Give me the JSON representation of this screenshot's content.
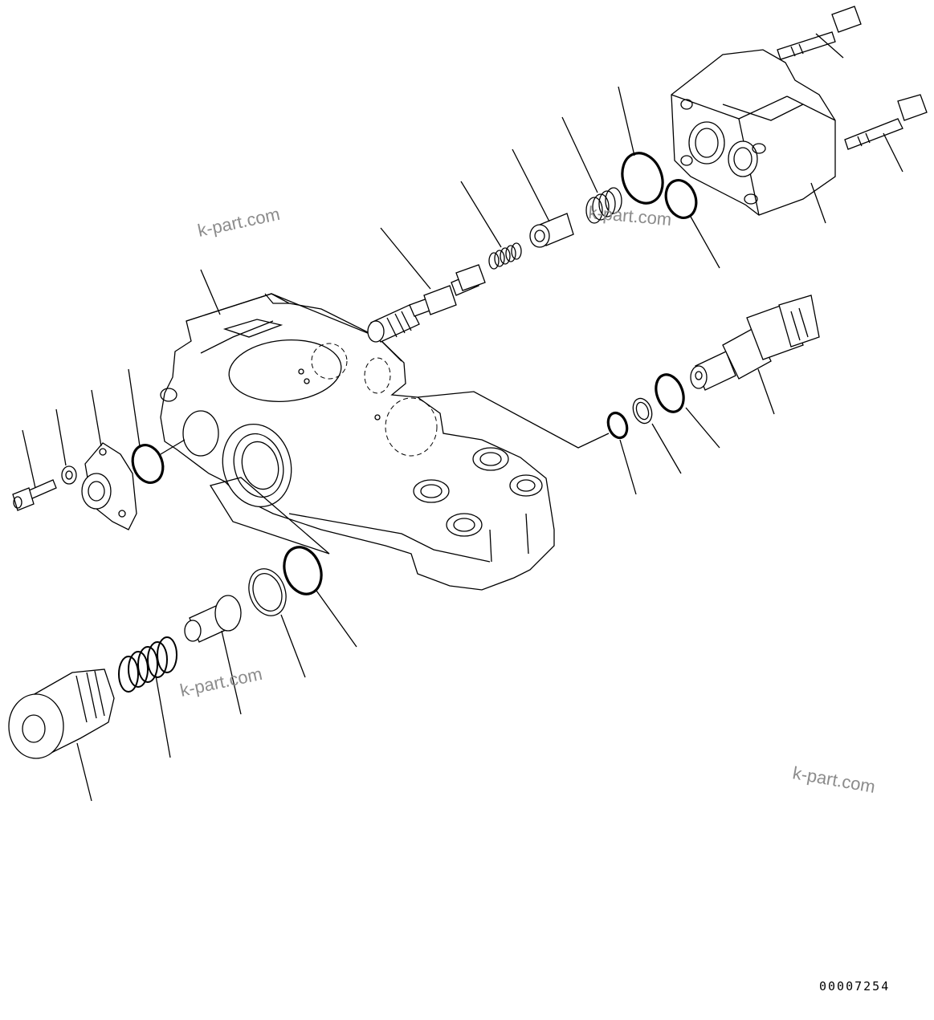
{
  "diagram": {
    "type": "exploded-parts-view",
    "drawing_number": "00007254",
    "watermarks": [
      "k-part.com",
      "k-part.com",
      "k-part.com",
      "k-part.com"
    ]
  }
}
